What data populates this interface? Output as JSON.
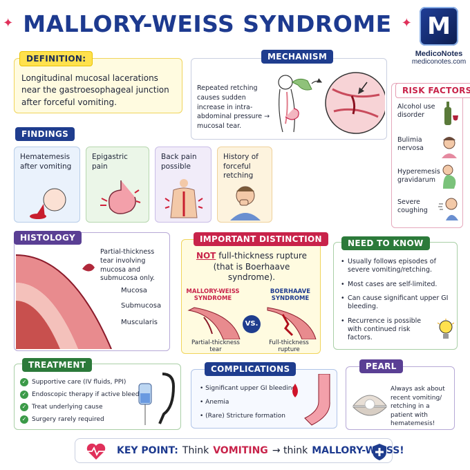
{
  "title": "MALLORY-WEISS SYNDROME",
  "logo": {
    "brand": "MedicoNotes",
    "site": "mediconotes.com",
    "mark": "M"
  },
  "definition": {
    "tag": "DEFINITION:",
    "text": "Longitudinal mucosal lacerations near the gastroesophageal junction after forceful vomiting."
  },
  "mechanism": {
    "tag": "MECHANISM",
    "text": "Repeated retching causes sudden increase in intra-abdominal pressure → mucosal tear."
  },
  "risk_factors": {
    "tag": "RISK FACTORS",
    "items": [
      "Alcohol use disorder",
      "Bulimia nervosa",
      "Hyperemesis gravidarum",
      "Severe coughing"
    ]
  },
  "findings": {
    "tag": "FINDINGS",
    "items": [
      "Hematemesis after vomiting",
      "Epigastric pain",
      "Back pain possible",
      "History of forceful retching"
    ]
  },
  "histology": {
    "tag": "HISTOLOGY",
    "note": "Partial-thickness tear involving mucosa and submucosa only.",
    "layers": [
      "Mucosa",
      "Submucosa",
      "Muscularis"
    ]
  },
  "distinction": {
    "tag": "IMPORTANT DISTINCTION",
    "not": "NOT",
    "rest": "full-thickness rupture",
    "line2": "(that is Boerhaave",
    "line3": "syndrome).",
    "left_title": "MALLORY-WEISS SYNDROME",
    "right_title": "BOERHAAVE SYNDROME",
    "vs": "VS.",
    "left_caption": "Partial-thickness tear",
    "right_caption": "Full-thickness rupture"
  },
  "need_to_know": {
    "tag": "NEED TO KNOW",
    "items": [
      "Usually follows episodes of severe vomiting/retching.",
      "Most cases are self-limited.",
      "Can cause significant upper GI bleeding.",
      "Recurrence is possible with continued risk factors."
    ]
  },
  "treatment": {
    "tag": "TREATMENT",
    "items": [
      "Supportive care (IV fluids, PPI)",
      "Endoscopic therapy if active bleeding",
      "Treat underlying cause",
      "Surgery rarely required"
    ]
  },
  "complications": {
    "tag": "COMPLICATIONS",
    "items": [
      "Significant upper GI bleeding",
      "Anemia",
      "(Rare) Stricture formation"
    ]
  },
  "pearl": {
    "tag": "PEARL",
    "text": "Always ask about recent vomiting/ retching in a patient with hematemesis!"
  },
  "key_point": {
    "label": "KEY POINT:",
    "think1": "Think",
    "word1": "VOMITING",
    "arrow": "→ think",
    "word2": "MALLORY-WEISS!"
  },
  "colors": {
    "navy": "#1d3a8f",
    "accent_red": "#c8234a",
    "green": "#2c7a3a",
    "purple": "#5a3f94",
    "yellow": "#ffe14d"
  }
}
